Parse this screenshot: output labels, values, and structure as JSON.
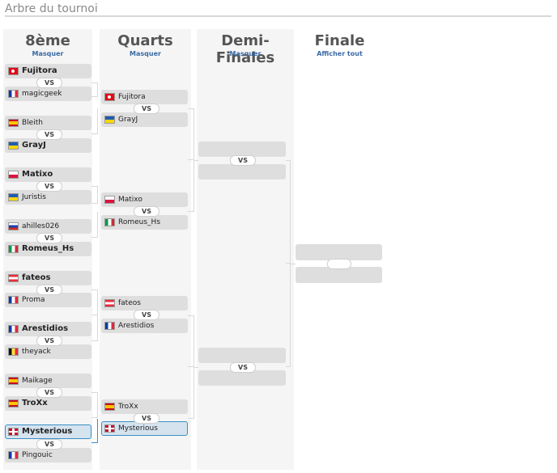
{
  "header": {
    "title": "Arbre du tournoi"
  },
  "rounds": [
    {
      "title": "8ème",
      "toggle": "Masquer"
    },
    {
      "title": "Quarts",
      "toggle": "Masquer"
    },
    {
      "title": "Demi-Finales",
      "toggle": "Masquer"
    },
    {
      "title": "Finale",
      "toggle": "Afficher tout"
    }
  ],
  "vs_label": "VS",
  "eighths": [
    {
      "p1": {
        "name": "Fujitora",
        "flag": "tr",
        "winner": true
      },
      "p2": {
        "name": "magicgeek",
        "flag": "fr"
      }
    },
    {
      "p1": {
        "name": "Bleith",
        "flag": "es"
      },
      "p2": {
        "name": "GrayJ",
        "flag": "ua",
        "winner": true
      }
    },
    {
      "p1": {
        "name": "Matixo",
        "flag": "pl",
        "winner": true
      },
      "p2": {
        "name": "Juristis",
        "flag": "ua"
      }
    },
    {
      "p1": {
        "name": "ahilles026",
        "flag": "ru"
      },
      "p2": {
        "name": "Romeus_Hs",
        "flag": "it",
        "winner": true
      }
    },
    {
      "p1": {
        "name": "fateos",
        "flag": "at",
        "winner": true
      },
      "p2": {
        "name": "Proma",
        "flag": "fr"
      }
    },
    {
      "p1": {
        "name": "Arestidios",
        "flag": "fr",
        "winner": true
      },
      "p2": {
        "name": "theyack",
        "flag": "be"
      }
    },
    {
      "p1": {
        "name": "Maikage",
        "flag": "es"
      },
      "p2": {
        "name": "TroXx",
        "flag": "es",
        "winner": true
      }
    },
    {
      "p1": {
        "name": "Mysterious",
        "flag": "gb",
        "winner": true,
        "selected": true
      },
      "p2": {
        "name": "Pingouic",
        "flag": "fr"
      }
    }
  ],
  "quarters": [
    {
      "p1": {
        "name": "Fujitora",
        "flag": "tr"
      },
      "p2": {
        "name": "GrayJ",
        "flag": "ua"
      }
    },
    {
      "p1": {
        "name": "Matixo",
        "flag": "pl"
      },
      "p2": {
        "name": "Romeus_Hs",
        "flag": "it"
      }
    },
    {
      "p1": {
        "name": "fateos",
        "flag": "at"
      },
      "p2": {
        "name": "Arestidios",
        "flag": "fr"
      }
    },
    {
      "p1": {
        "name": "TroXx",
        "flag": "es"
      },
      "p2": {
        "name": "Mysterious",
        "flag": "gb",
        "selected": true
      }
    }
  ]
}
